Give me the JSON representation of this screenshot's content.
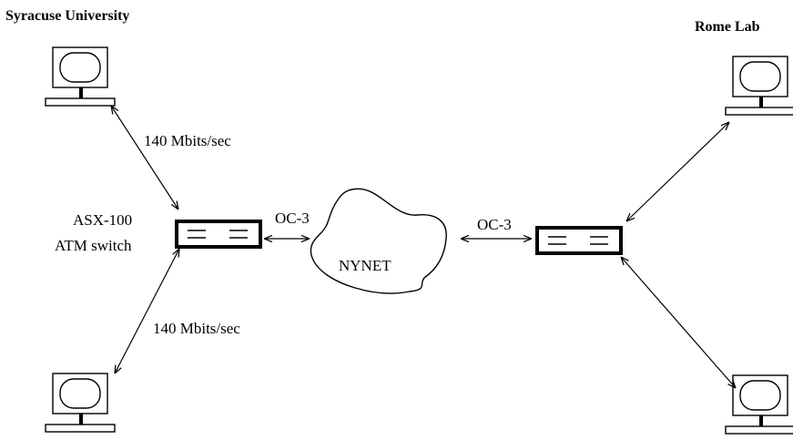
{
  "labels": {
    "syracuse": "Syracuse University",
    "rome": "Rome Lab",
    "link_speed_top": "140 Mbits/sec",
    "link_speed_bottom": "140 Mbits/sec",
    "switch_model": "ASX-100",
    "switch_type": "ATM switch",
    "oc3_left": "OC-3",
    "oc3_right": "OC-3",
    "cloud": "NYNET"
  },
  "icons": {
    "workstation": "workstation-icon",
    "switch": "atm-switch-icon",
    "cloud": "network-cloud-icon"
  },
  "colors": {
    "ink": "#000000",
    "background": "#ffffff"
  }
}
